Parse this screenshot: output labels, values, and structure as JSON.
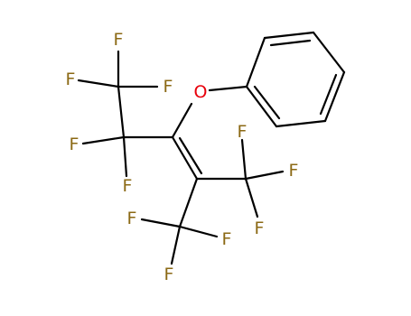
{
  "molecule": {
    "atoms": [
      {
        "id": "F1",
        "element": "F",
        "label": "F"
      },
      {
        "id": "F2",
        "element": "F",
        "label": "F"
      },
      {
        "id": "F3",
        "element": "F",
        "label": "F"
      },
      {
        "id": "F4",
        "element": "F",
        "label": "F"
      },
      {
        "id": "F5",
        "element": "F",
        "label": "F"
      },
      {
        "id": "F6",
        "element": "F",
        "label": "F"
      },
      {
        "id": "F7",
        "element": "F",
        "label": "F"
      },
      {
        "id": "F8",
        "element": "F",
        "label": "F"
      },
      {
        "id": "F9",
        "element": "F",
        "label": "F"
      },
      {
        "id": "F10",
        "element": "F",
        "label": "F"
      },
      {
        "id": "F11",
        "element": "F",
        "label": "F"
      },
      {
        "id": "O1",
        "element": "O",
        "label": "O"
      }
    ],
    "colors": {
      "F": "#8b6914",
      "O": "#e8000b",
      "bond": "#000000"
    }
  }
}
